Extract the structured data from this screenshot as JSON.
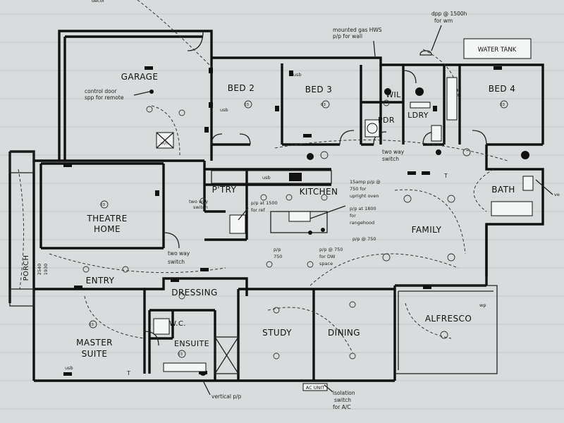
{
  "rooms": {
    "garage": "GARAGE",
    "bed2": "BED 2",
    "bed3": "BED 3",
    "bed4": "BED 4",
    "wil": "WIL",
    "pdr": "PDR",
    "ldry": "LDRY",
    "theatre1": "THEATRE",
    "theatre2": "HOME",
    "ptry": "P'TRY",
    "kitchen": "KITCHEN",
    "family": "FAMILY",
    "bath": "BATH",
    "entry": "ENTRY",
    "porch": "PORCH",
    "master1": "MASTER",
    "master2": "SUITE",
    "dressing": "DRESSING",
    "wc": "W.C.",
    "ensuite": "ENSUITE",
    "study": "STUDY",
    "dining": "DINING",
    "alfresco": "ALFRESCO",
    "water_tank": "WATER TANK",
    "ac_unit": "AC UNIT"
  },
  "notes": {
    "control_door_1": "control door",
    "control_door_2": "spp for remote",
    "gas_hws_1": "mounted gas HWS",
    "gas_hws_2": "p/p for wall",
    "dpp_1": "dpp @ 1500h",
    "dpp_2": "for wm",
    "two_way_1a": "two way",
    "two_way_1b": "switch",
    "two_way_2a": "two way",
    "two_way_2b": "switch",
    "two_way_3a": "two way",
    "two_way_3b": "switch",
    "oven_1": "15amp p/p @",
    "oven_2": "750 for",
    "oven_3": "upright oven",
    "ref_1": "p/p at 1500",
    "ref_2": "for ref",
    "rh_1": "p/p at 1800",
    "rh_2": "for",
    "rh_3": "rangehood",
    "pp750_a": "p/p @ 750",
    "pp750_b1": "p/p",
    "pp750_b2": "750",
    "dw_1": "p/p @ 750",
    "dw_2": "for DW",
    "dw_3": "space",
    "porch_dim": "2540",
    "porch_dim2": "1930",
    "vertical_pp": "vertical p/p",
    "isolation_1": "isolation",
    "isolation_2": "switch",
    "isolation_3": "for A/C",
    "usb": "usb",
    "light_code": "03",
    "wp": "wp",
    "t": "T",
    "ve": "ve",
    "decor": "decor",
    "mh": "m/h"
  }
}
